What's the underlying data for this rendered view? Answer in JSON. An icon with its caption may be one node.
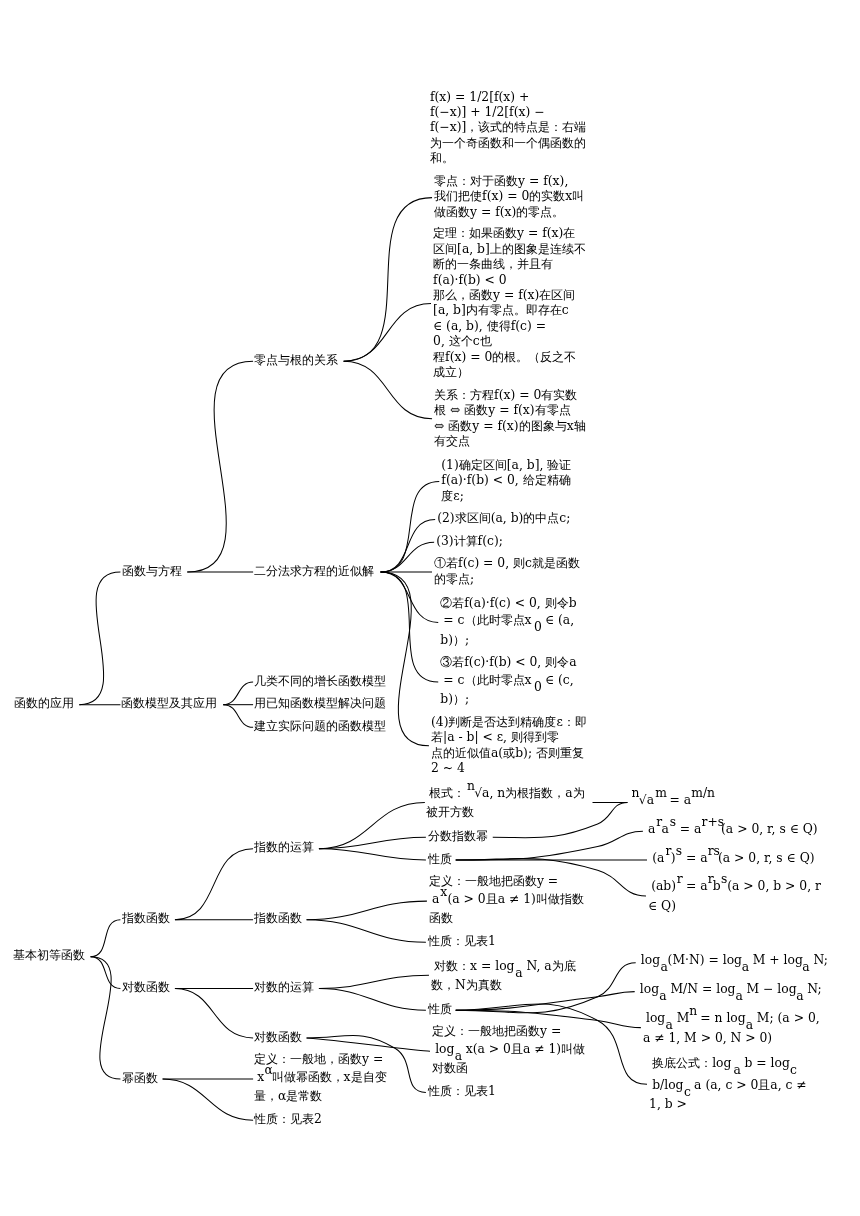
{
  "diagram": {
    "nodes": [
      {
        "text": [
          "函数的应用"
        ]
      },
      {
        "text": [
          "函数与方程"
        ]
      },
      {
        "text": [
          "零点与根的关系"
        ]
      },
      {
        "text": [
          "零点：对于函数y = f(x), 我们把使f(x) = 0的实数x叫做函数y = f(x)的零点。"
        ]
      },
      {
        "text": [
          "定理：如果函数y = f(x)在区间[a, b]上的图象是连续不断的一条曲线，并且有f(a)·f(b) < 0",
          "那么，函数y = f(x)在区间[a, b]内有零点。即存在c ∈ (a, b), 使得f(c) = 0, 这个c也",
          "程f(x) = 0的根。（反之不成立）"
        ]
      },
      {
        "text": [
          "关系：方程f(x) = 0有实数根 ⇔ 函数y = f(x)有零点 ⇔ 函数y = f(x)的图象与x轴有交点"
        ]
      },
      {
        "text": [
          "二分法求方程的近似解"
        ]
      },
      {
        "text": [
          "(1)确定区间[a, b], 验证f(a)·f(b) < 0, 给定精确度ε;"
        ]
      },
      {
        "text": [
          "(2)求区间(a, b)的中点c;"
        ]
      },
      {
        "text": [
          "(3)计算f(c);"
        ]
      },
      {
        "text": [
          "①若f(c) = 0, 则c就是函数的零点;"
        ]
      },
      {
        "text": [
          "②若f(a)·f(c) < 0, 则令b = c（此时零点x$_{0}$ ∈ (a, b)）;"
        ]
      },
      {
        "text": [
          "③若f(c)·f(b) < 0, 则令a = c（此时零点x$_{0}$ ∈ (c, b)）;"
        ]
      },
      {
        "text": [
          "(4)判断是否达到精确度ε：即若|a - b| < ε, 则得到零点的近似值a(或b); 否则重复2 ~ 4"
        ]
      },
      {
        "text": [
          "函数模型及其应用"
        ]
      },
      {
        "text": [
          "几类不同的增长函数模型"
        ]
      },
      {
        "text": [
          "用已知函数模型解决问题"
        ]
      },
      {
        "text": [
          "建立实际问题的函数模型"
        ]
      },
      {
        "text": [
          "基本初等函数"
        ]
      },
      {
        "text": [
          "指数函数"
        ]
      },
      {
        "text": [
          "指数的运算"
        ]
      },
      {
        "text": [
          "根式：$^{n}$√a, n为根指数，a为被开方数"
        ]
      },
      {
        "text": [
          "分数指数幂"
        ]
      },
      {
        "text": [
          "$^{n}$√a$^{m}$ = a$^{m/n}$"
        ]
      },
      {
        "text": [
          "性质"
        ]
      },
      {
        "text": [
          "a$^{r}$a$^{s}$ = a$^{r+s}$(a > 0, r, s ∈ Q)"
        ]
      },
      {
        "text": [
          "(a$^{r}$)$^{s}$ = a$^{rs}$(a > 0, r, s ∈ Q)"
        ]
      },
      {
        "text": [
          "(ab)$^{r}$ = a$^{r}$b$^{s}$(a > 0, b > 0, r ∈ Q)"
        ]
      },
      {
        "text": [
          "指数函数"
        ]
      },
      {
        "text": [
          "定义：一般地把函数y = a$^{x}$(a > 0且a ≠ 1)叫做指数函数"
        ]
      },
      {
        "text": [
          "性质：见表1"
        ]
      },
      {
        "text": [
          "对数函数"
        ]
      },
      {
        "text": [
          "对数的运算"
        ]
      },
      {
        "text": [
          "对数：x = log$_{a}$ N, a为底数，N为真数"
        ]
      },
      {
        "text": [
          "性质"
        ]
      },
      {
        "text": [
          "log$_{a}$(M·N) = log$_{a}$ M + log$_{a}$ N;"
        ]
      },
      {
        "text": [
          "log$_{a}$ M/N = log$_{a}$ M − log$_{a}$ N;"
        ]
      },
      {
        "text": [
          "log$_{a}$ M$^{n}$ = n log$_{a}$ M; (a > 0, a ≠ 1, M > 0, N > 0)"
        ]
      },
      {
        "text": [
          "换底公式：log$_{a}$ b = log$_{c}$ b/log$_{c}$ a (a, c > 0且a, c ≠ 1, b >"
        ]
      },
      {
        "text": [
          "对数函数"
        ]
      },
      {
        "text": [
          "定义：一般地把函数y = log$_{a}$ x(a > 0且a ≠ 1)叫做对数函"
        ]
      },
      {
        "text": [
          "性质：见表1"
        ]
      },
      {
        "text": [
          "幂函数"
        ]
      },
      {
        "text": [
          "定义：一般地，函数y = x$^{α}$叫做幂函数，x是自变量，α是常数"
        ]
      },
      {
        "text": [
          "性质：见表2"
        ]
      }
    ],
    "edges": [
      {
        "from": 0,
        "to": 1,
        "arrow": "none"
      },
      {
        "from": 1,
        "to": 2,
        "arrow": "none"
      },
      {
        "from": 2,
        "to": 3,
        "arrow": "none"
      },
      {
        "from": 2,
        "to": 4,
        "arrow": "none"
      },
      {
        "from": 2,
        "to": 5,
        "arrow": "none"
      },
      {
        "from": 1,
        "to": 6,
        "arrow": "none"
      },
      {
        "from": 6,
        "to": 7,
        "arrow": "none"
      },
      {
        "from": 6,
        "to": 8,
        "arrow": "none"
      },
      {
        "from": 6,
        "to": 9,
        "arrow": "none"
      },
      {
        "from": 6,
        "to": 10,
        "arrow": "none"
      },
      {
        "from": 6,
        "to": 11,
        "arrow": "none"
      },
      {
        "from": 6,
        "to": 12,
        "arrow": "none"
      },
      {
        "from": 6,
        "to": 13,
        "arrow": "none"
      },
      {
        "from": 0,
        "to": 14,
        "arrow": "none"
      },
      {
        "from": 14,
        "to": 15,
        "arrow": "none"
      },
      {
        "from": 14,
        "to": 16,
        "arrow": "none"
      },
      {
        "from": 14,
        "to": 17,
        "arrow": "none"
      },
      {
        "from": 18,
        "to": 19,
        "arrow": "none"
      },
      {
        "from": 19,
        "to": 20,
        "arrow": "none"
      },
      {
        "from": 20,
        "to": 21,
        "arrow": "none"
      },
      {
        "from": 20,
        "to": 22,
        "arrow": "none"
      },
      {
        "from": 21,
        "to": 23,
        "arrow": "none"
      },
      {
        "from": 22,
        "to": 23,
        "arrow": "none"
      },
      {
        "from": 20,
        "to": 24,
        "arrow": "none"
      },
      {
        "from": 24,
        "to": 25,
        "arrow": "none"
      },
      {
        "from": 24,
        "to": 26,
        "arrow": "none"
      },
      {
        "from": 24,
        "to": 27,
        "arrow": "none"
      },
      {
        "from": 19,
        "to": 28,
        "arrow": "none"
      },
      {
        "from": 28,
        "to": 29,
        "arrow": "none"
      },
      {
        "from": 28,
        "to": 30,
        "arrow": "none"
      },
      {
        "from": 18,
        "to": 31,
        "arrow": "none"
      },
      {
        "from": 31,
        "to": 32,
        "arrow": "none"
      },
      {
        "from": 32,
        "to": 33,
        "arrow": "none"
      },
      {
        "from": 32,
        "to": 34,
        "arrow": "none"
      },
      {
        "from": 34,
        "to": 35,
        "arrow": "none"
      },
      {
        "from": 34,
        "to": 36,
        "arrow": "none"
      },
      {
        "from": 34,
        "to": 37,
        "arrow": "none"
      },
      {
        "from": 34,
        "to": 38,
        "arrow": "none"
      },
      {
        "from": 31,
        "to": 39,
        "arrow": "none"
      },
      {
        "from": 39,
        "to": 40,
        "arrow": "none"
      },
      {
        "from": 39,
        "to": 41,
        "arrow": "none"
      },
      {
        "from": 18,
        "to": 42,
        "arrow": "none"
      },
      {
        "from": 42,
        "to": 43,
        "arrow": "none"
      },
      {
        "from": 42,
        "to": 44,
        "arrow": "none"
      }
    ],
    "labels": [
      "f(x) = 1/2[f(x) + f(−x)] + 1/2[f(x) − f(−x)]，该式的特点是：右端为一个奇函数和一个偶函数的和。"
    ]
  }
}
